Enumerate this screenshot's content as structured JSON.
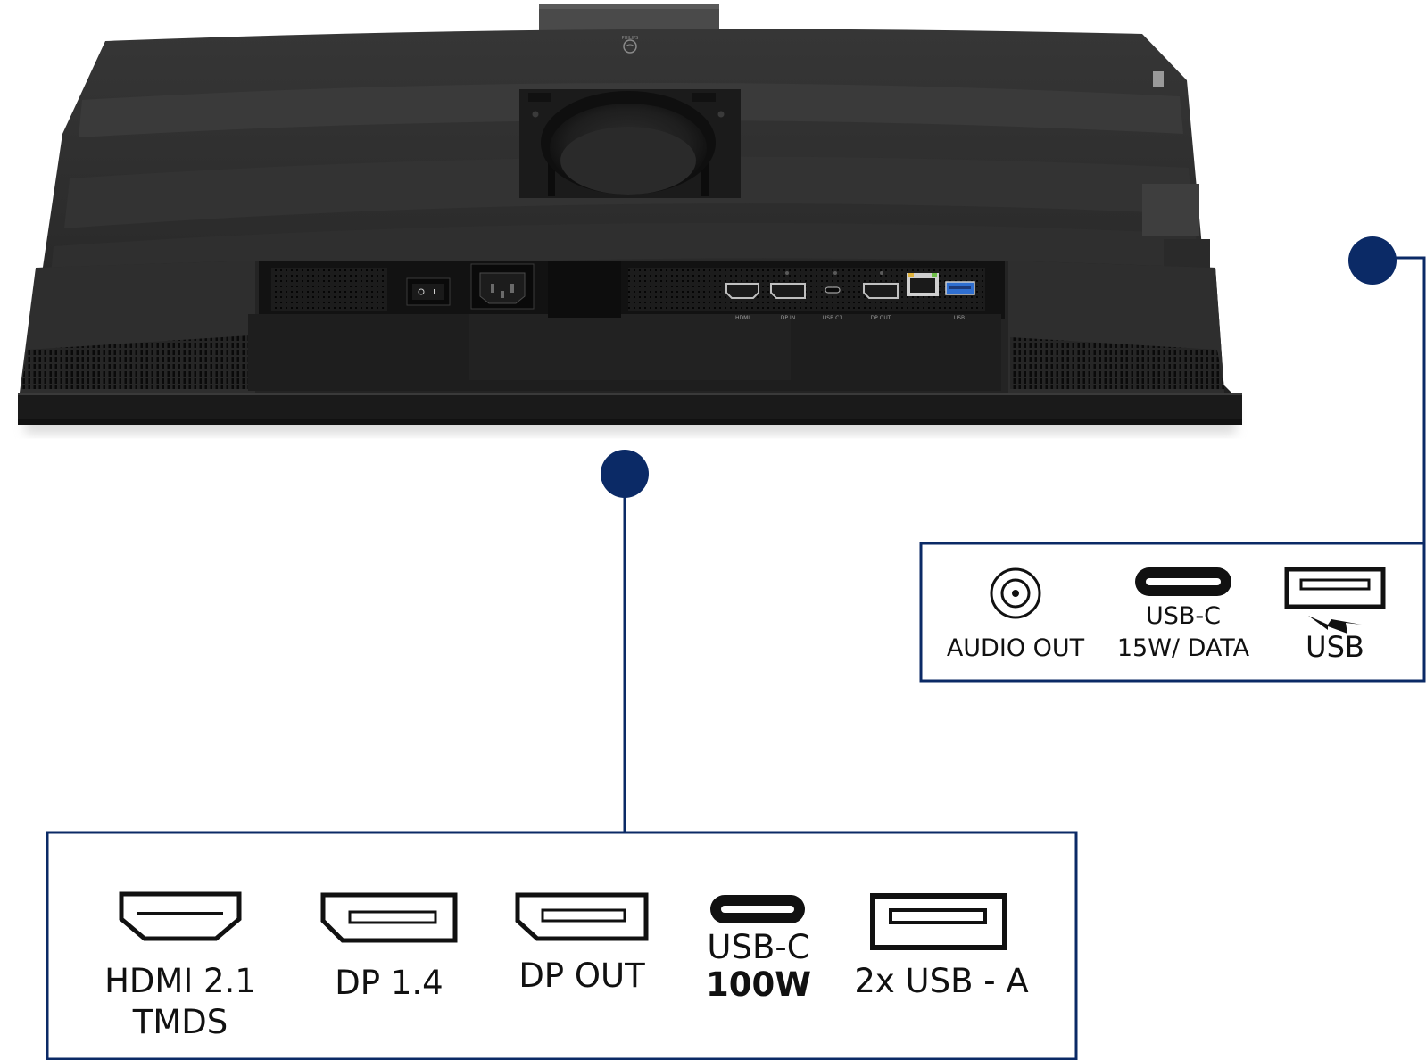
{
  "brand_logo_text": "PHILIPS",
  "accent_color": "#0b2a66",
  "rear_port_silkscreen": [
    "HDMI",
    "DP IN",
    "USB C1",
    "DP OUT",
    "",
    "USB"
  ],
  "side_panel": {
    "ports": [
      {
        "icon": "audio-jack-icon",
        "label": "AUDIO OUT"
      },
      {
        "icon": "usb-c-icon",
        "label_line1": "USB-C",
        "label_line2": "15W/ DATA"
      },
      {
        "icon": "usb-a-charging-icon",
        "label": "USB"
      }
    ]
  },
  "rear_panel": {
    "ports": [
      {
        "icon": "hdmi-port-icon",
        "label_line1": "HDMI 2.1",
        "label_line2": "TMDS"
      },
      {
        "icon": "displayport-icon",
        "label": "DP 1.4"
      },
      {
        "icon": "displayport-out-icon",
        "label": "DP OUT"
      },
      {
        "icon": "usb-c-icon",
        "label_line1": "USB-C",
        "label_line2": "100W"
      },
      {
        "icon": "usb-a-icon",
        "label": "2x USB - A"
      }
    ]
  }
}
